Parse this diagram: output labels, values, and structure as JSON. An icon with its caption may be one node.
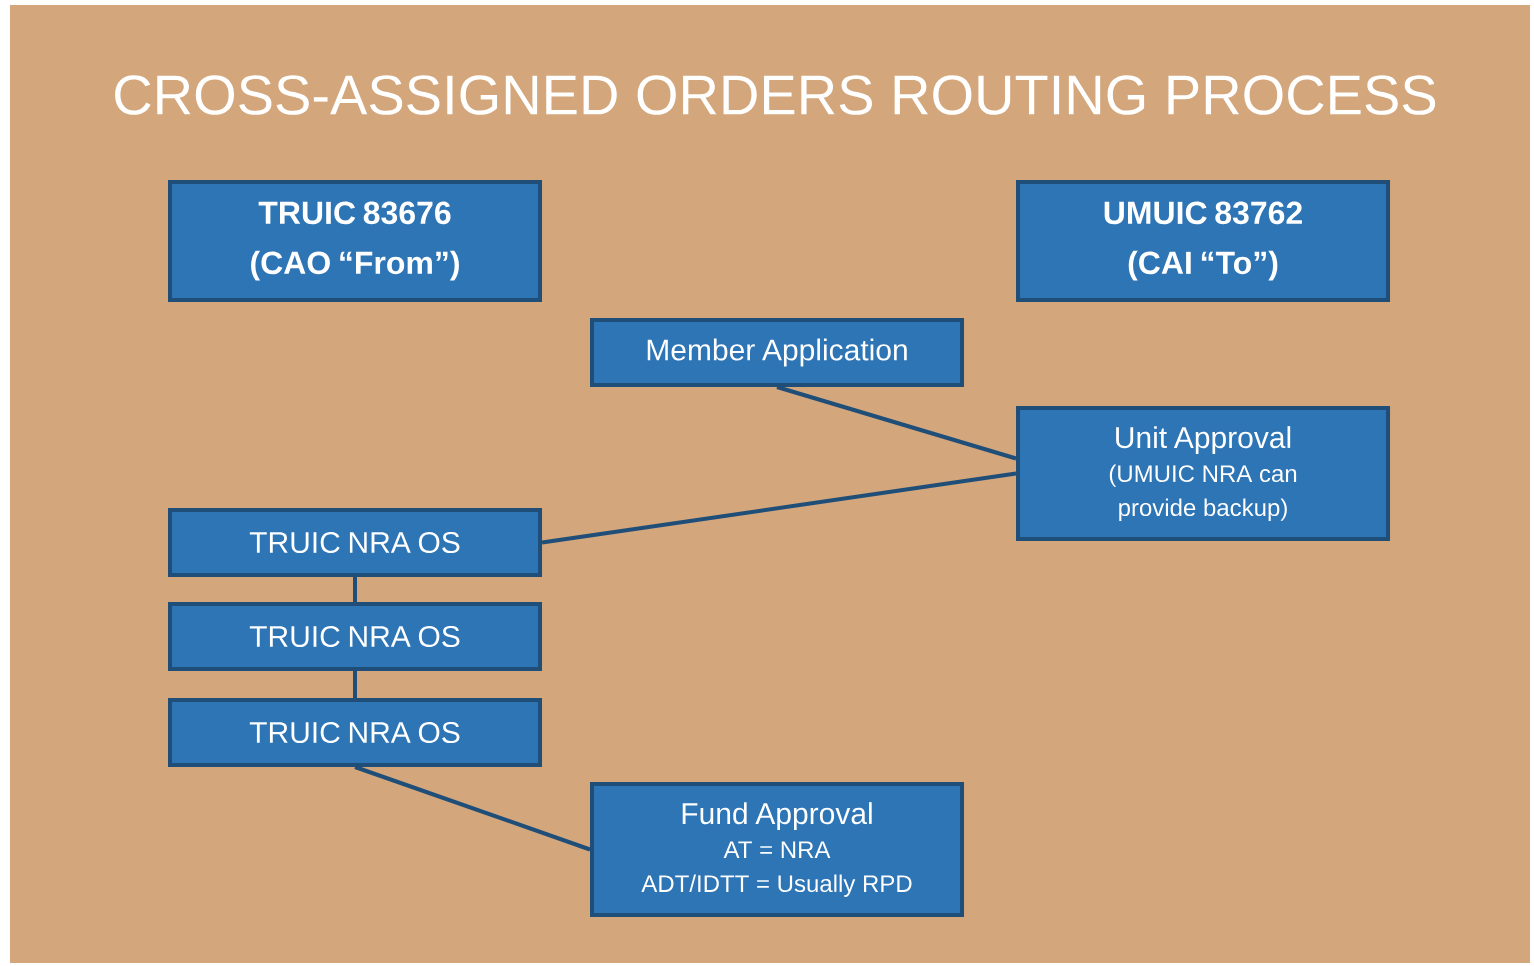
{
  "diagram": {
    "title": "CROSS-ASSIGNED ORDERS ROUTING PROCESS",
    "nodes": [
      {
        "text": [
          "TRUIC 83676 (CAO “From”)"
        ]
      },
      {
        "text": [
          "UMUIC 83762 (CAI “To”)"
        ]
      },
      {
        "text": [
          "Member Application"
        ]
      },
      {
        "text": [
          "Unit Approval",
          "(UMUIC NRA can provide backup)"
        ]
      },
      {
        "text": [
          "TRUIC NRA OS"
        ]
      },
      {
        "text": [
          "TRUIC NRA OS"
        ]
      },
      {
        "text": [
          "TRUIC NRA OS"
        ]
      },
      {
        "text": [
          "Fund Approval",
          "AT = NRA",
          "ADT/IDTT = Usually RPD"
        ]
      }
    ],
    "edges": [
      {
        "from": 2,
        "to": 3,
        "arrow": "none"
      },
      {
        "from": 3,
        "to": 4,
        "arrow": "none"
      },
      {
        "from": 4,
        "to": 5,
        "arrow": "none"
      },
      {
        "from": 5,
        "to": 6,
        "arrow": "none"
      },
      {
        "from": 6,
        "to": 7,
        "arrow": "none"
      }
    ]
  }
}
